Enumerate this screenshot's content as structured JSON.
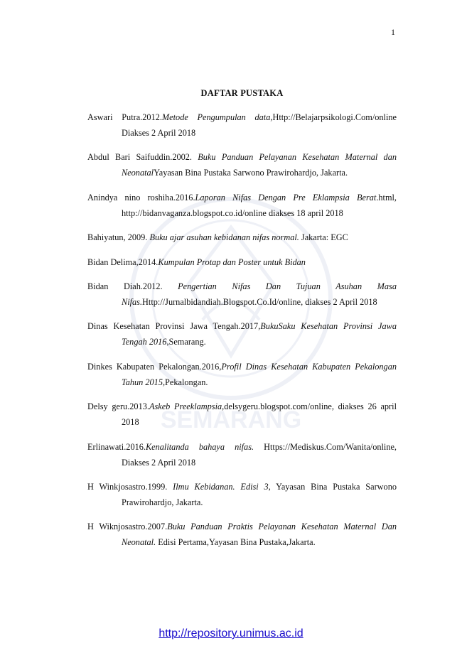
{
  "page_number": "1",
  "title": "DAFTAR PUSTAKA",
  "references": [
    {
      "pre": "Aswari Putra.2012.",
      "italic": "Metode Pengumpulan data",
      "post": ",Http://Belajarpsikologi.Com/online Diakses 2 April 2018"
    },
    {
      "pre": "Abdul Bari Saifuddin.2002. ",
      "italic": "Buku Panduan Pelayanan Kesehatan Maternal dan Neonatal",
      "post": "Yayasan Bina Pustaka Sarwono Prawirohardjo, Jakarta."
    },
    {
      "pre": "Anindya nino roshiha.2016.",
      "italic": "Laporan Nifas Dengan Pre Eklampsia Berat",
      "post": ".html, http://bidanvaganza.blogspot.co.id/online diakses 18 april 2018"
    },
    {
      "pre": "Bahiyatun, 2009. ",
      "italic": "Buku ajar asuhan kebidanan nifas normal.",
      "post": " Jakarta: EGC"
    },
    {
      "pre": "Bidan Delima,2014.",
      "italic": "Kumpulan Protap dan Poster untuk Bidan",
      "post": ""
    },
    {
      "pre": "Bidan Diah.2012. ",
      "italic": "Pengertian Nifas Dan Tujuan Asuhan Masa Nifas.",
      "post": "Http://Jurnalbidandiah.Blogspot.Co.Id/online, diakses 2 April 2018"
    },
    {
      "pre": "Dinas Kesehatan Provinsi Jawa Tengah.2017,",
      "italic": "BukuSaku Kesehatan Provinsi Jawa Tengah 2016",
      "post": ",Semarang."
    },
    {
      "pre": "Dinkes Kabupaten Pekalongan.2016,",
      "italic": "Profil Dinas Kesehatan Kabupaten Pekalongan Tahun 2015",
      "post": ",Pekalongan."
    },
    {
      "pre": "Delsy geru.2013.",
      "italic": "Askeb Preeklampsia",
      "post": ",delsygeru.blogspot.com/online, diakses 26 april 2018"
    },
    {
      "pre": "Erlinawati.2016.",
      "italic": "Kenalitanda bahaya nifas.",
      "post": " Https://Mediskus.Com/Wanita/online, Diakses 2 April 2018"
    },
    {
      "pre": "H Winkjosastro.1999. ",
      "italic": "Ilmu Kebidanan. Edisi 3",
      "post": ", Yayasan Bina Pustaka Sarwono Prawirohardjo, Jakarta."
    },
    {
      "pre": "H Wiknjosastro.2007.",
      "italic": "Buku Panduan Praktis Pelayanan Kesehatan Maternal Dan Neonatal.",
      "post": " Edisi Pertama,Yayasan Bina Pustaka,Jakarta."
    }
  ],
  "footer_link": "http://repository.unimus.ac.id",
  "watermark": {
    "text": "SEMARANG",
    "color": "#1a3a8a"
  },
  "colors": {
    "link": "#1a0dcc",
    "text": "#111111"
  }
}
